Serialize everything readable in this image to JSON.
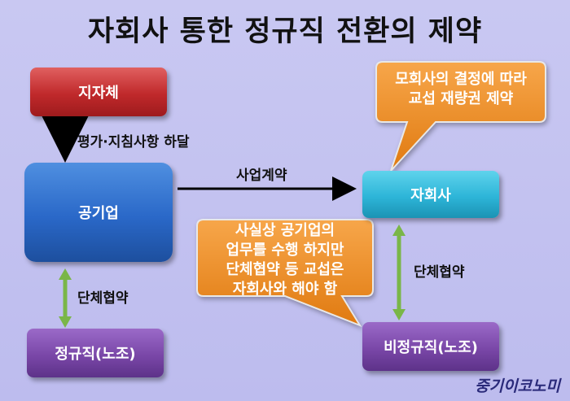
{
  "title": "자회사 통한 정규직 전환의 제약",
  "nodes": {
    "local_gov": "지자체",
    "public_corp": "공기업",
    "subsidiary": "자회사",
    "regular": "정규직(노조)",
    "nonregular": "비정규직(노조)"
  },
  "edges": {
    "directive": "평가·지침사항 하달",
    "contract": "사업계약",
    "bargain_left": "단체협약",
    "bargain_right": "단체협약"
  },
  "callouts": {
    "parent_decision": [
      "모회사의 결정에 따라",
      "교섭 재량권 제약"
    ],
    "actual_work": [
      "사실상 공기업의",
      "업무를 수행 하지만",
      "단체협약 등 교섭은",
      "자회사와 해야 함"
    ]
  },
  "brand": "중기이코노미",
  "colors": {
    "local_gov": "#c0292b",
    "public_corp": "#2a68c8",
    "subsidiary": "#2db5d8",
    "regular": "#7a47a8",
    "nonregular": "#7a47a8",
    "callout": "#f08a1c"
  }
}
